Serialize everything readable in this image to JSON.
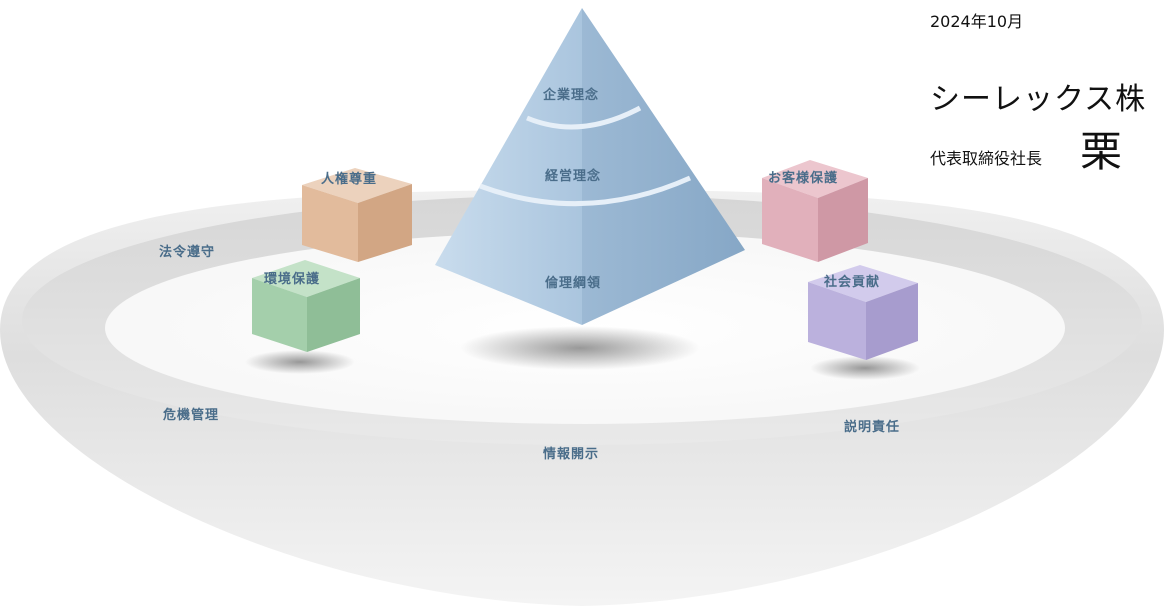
{
  "header": {
    "date": "2024年10月",
    "company": "シーレックス株",
    "title": "代表取締役社長",
    "name": "栗"
  },
  "pyramid": {
    "levels": [
      "企業理念",
      "経営理念",
      "倫理綱領"
    ],
    "color": "#a9c4de"
  },
  "cubes": {
    "human_rights": {
      "label": "人権尊重",
      "color": "#e4bfa2"
    },
    "customer": {
      "label": "お客様保護",
      "color": "#e3b3be"
    },
    "environment": {
      "label": "環境保護",
      "color": "#a6d1ad"
    },
    "social": {
      "label": "社会貢献",
      "color": "#bcb3de"
    }
  },
  "ring": {
    "compliance": "法令遵守",
    "risk": "危機管理",
    "disclosure": "情報開示",
    "accountability": "説明責任",
    "color": "#dcdcdc"
  }
}
